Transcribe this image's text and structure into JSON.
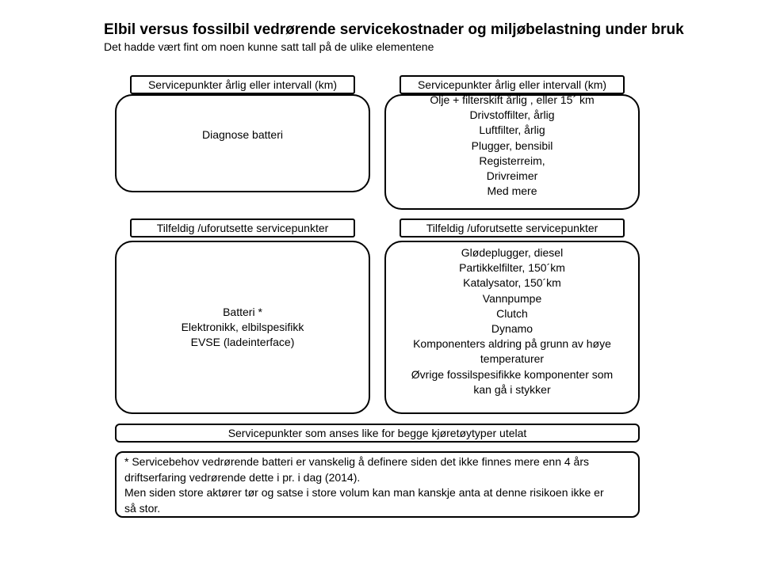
{
  "title": "Elbil versus fossilbil vedrørende servicekostnader og miljøbelastning under bruk",
  "subtitle": "Det hadde vært fint om noen kunne satt tall på de ulike elementene",
  "ev_scheduled": {
    "label": "Servicepunkter  årlig eller intervall (km)",
    "items": [
      "Diagnose batteri"
    ]
  },
  "fossil_scheduled": {
    "label": "Servicepunkter  årlig eller intervall (km)",
    "items": [
      "Olje + filterskift årlig , eller 15´ km",
      "Drivstoffilter, årlig",
      "Luftfilter, årlig",
      "Plugger, bensibil",
      "Registerreim,",
      "Drivreimer",
      "Med mere"
    ]
  },
  "ev_random": {
    "label": "Tilfeldig /uforutsette servicepunkter",
    "items": [
      "Batteri *",
      "Elektronikk, elbilspesifikk",
      "EVSE (ladeinterface)"
    ]
  },
  "fossil_random": {
    "label": "Tilfeldig /uforutsette servicepunkter",
    "items": [
      "Glødeplugger, diesel",
      "Partikkelfilter, 150´km",
      "Katalysator, 150´km",
      "Vannpumpe",
      "Clutch",
      "Dynamo",
      "Komponenters  aldring på grunn av høye",
      "temperaturer",
      "Øvrige fossilspesifikke komponenter  som",
      "kan gå i stykker"
    ]
  },
  "common_note": "Servicepunkter  som anses like for begge kjøretøytyper  utelat",
  "footnote": {
    "lines": [
      "* Servicebehov vedrørende  batteri er vanskelig å definere siden det ikke finnes mere enn 4 års",
      "driftserfaring vedrørende  dette i pr. i dag (2014).",
      "Men siden store aktører tør og satse  i store volum kan man kanskje anta at denne risikoen ikke er",
      "så stor."
    ]
  }
}
